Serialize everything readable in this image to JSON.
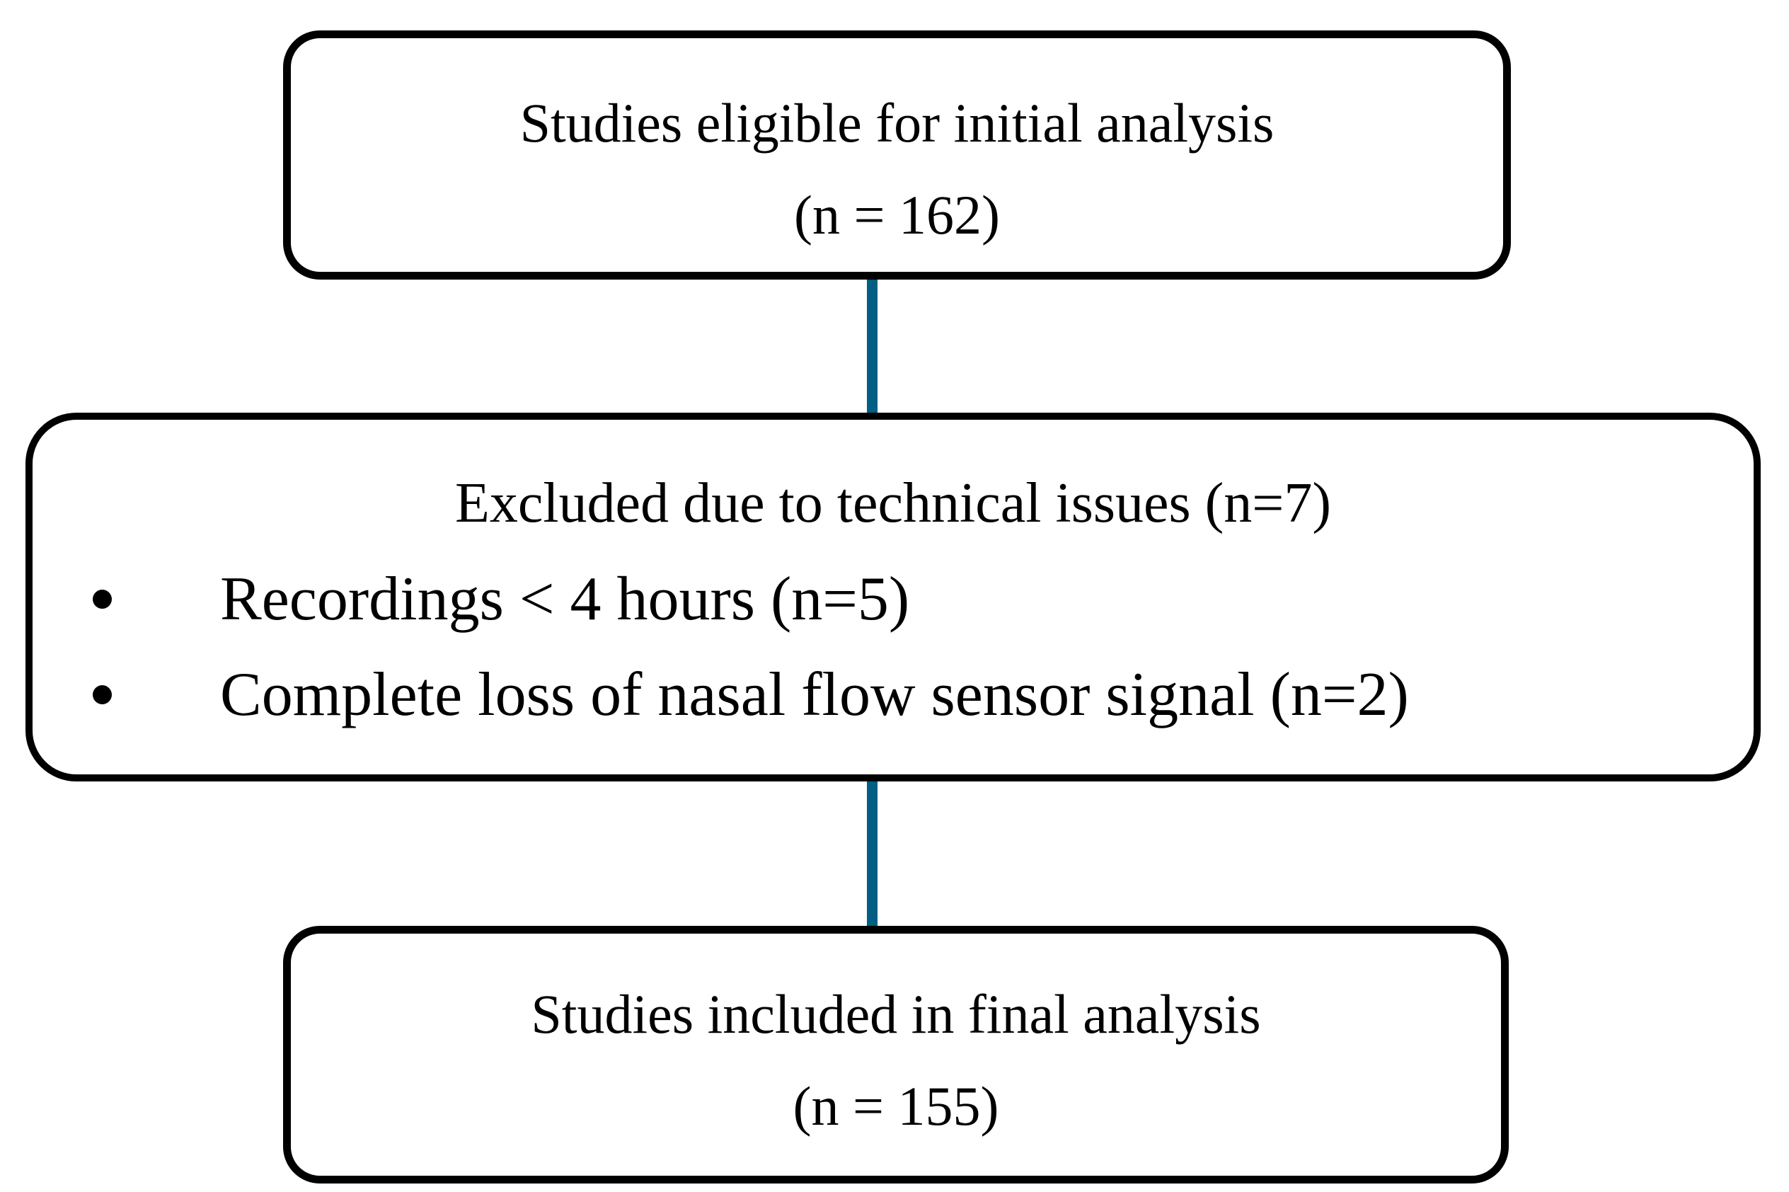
{
  "diagram": {
    "accent_color": "#005F82",
    "border_color": "#000000",
    "boxes": {
      "eligible": {
        "label": "Studies eligible for initial analysis",
        "count": "(n = 162)"
      },
      "excluded": {
        "title": "Excluded due to technical issues (n=7)",
        "bullets": [
          "Recordings < 4 hours (n=5)",
          "Complete loss of nasal flow sensor signal (n=2)"
        ]
      },
      "final": {
        "label": "Studies included in final analysis",
        "count": "(n = 155)"
      }
    }
  }
}
